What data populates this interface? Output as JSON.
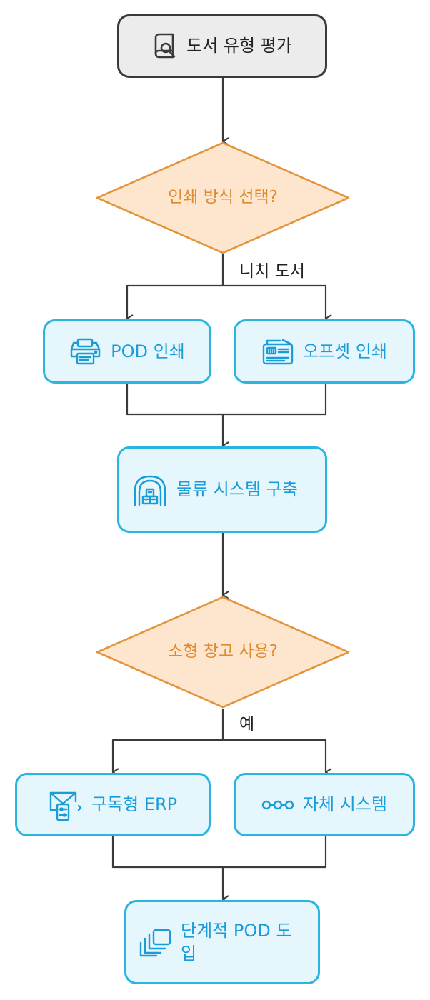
{
  "colors": {
    "process_border": "#29b5e0",
    "process_fill": "#e5f6fc",
    "process_text": "#1a9cd8",
    "decision_border": "#e2953d",
    "decision_fill": "#fde6cd",
    "decision_text": "#e08a2e",
    "start_border": "#3a3a3a",
    "start_fill": "#ececec",
    "connector": "#3a3a3a"
  },
  "nodes": {
    "start": {
      "label": "도서 유형 평가",
      "icon": "book-search-icon"
    },
    "decision_print": {
      "label": "인쇄 방식 선택?"
    },
    "pod_print": {
      "label": "POD 인쇄",
      "icon": "printer-icon"
    },
    "offset_print": {
      "label": "오프셋 인쇄",
      "icon": "offset-press-icon"
    },
    "logistics": {
      "label": "물류 시스템 구축",
      "icon": "warehouse-icon"
    },
    "decision_warehouse": {
      "label": "소형 창고 사용?"
    },
    "erp": {
      "label": "구독형 ERP",
      "icon": "mail-settings-icon"
    },
    "own_system": {
      "label": "자체 시스템",
      "icon": "nodes-icon"
    },
    "phased_pod": {
      "label": "단계적 POD 도입",
      "icon": "layers-icon"
    }
  },
  "edges": {
    "niche_label": "니치 도서",
    "yes_label": "예"
  }
}
